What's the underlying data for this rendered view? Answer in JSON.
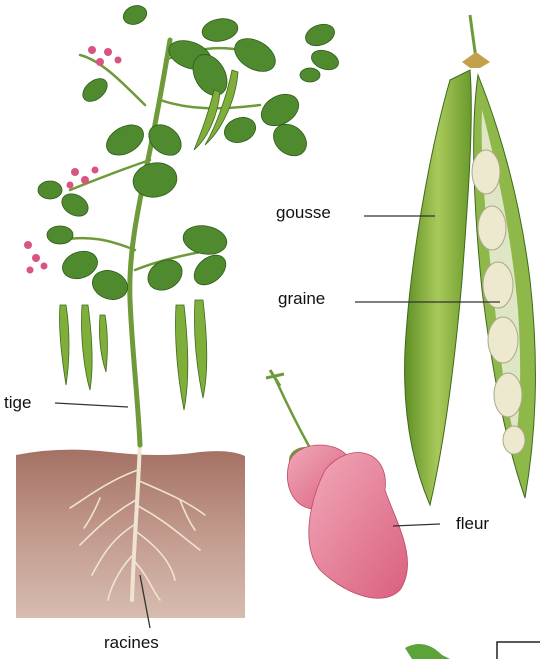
{
  "labels": {
    "gousse": "gousse",
    "graine": "graine",
    "tige": "tige",
    "fleur": "fleur",
    "racines": "racines"
  },
  "colors": {
    "leaf": "#4f8a2e",
    "leaf_light": "#8fbf4a",
    "pod": "#7fae3a",
    "seed": "#ece9cf",
    "soil": "#b5857a",
    "flower": "#e07a94",
    "flower_small": "#d9547e",
    "root": "#efe6d6",
    "leader": "#333333"
  }
}
